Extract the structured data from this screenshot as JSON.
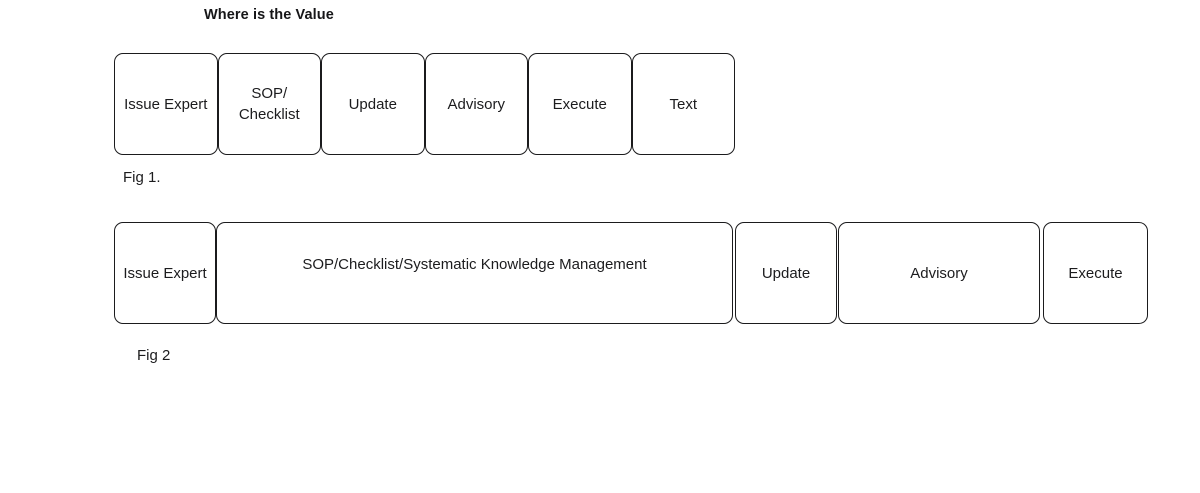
{
  "title": "Where is the Value",
  "fig1": {
    "caption": "Fig 1.",
    "boxes": [
      {
        "label": "Issue Expert"
      },
      {
        "label": "SOP/\nChecklist"
      },
      {
        "label": "Update"
      },
      {
        "label": "Advisory"
      },
      {
        "label": "Execute"
      },
      {
        "label": "Text"
      }
    ]
  },
  "fig2": {
    "caption": "Fig 2",
    "boxes": [
      {
        "label": "Issue Expert"
      },
      {
        "label": "SOP/Checklist/Systematic Knowledge Management"
      },
      {
        "label": "Update"
      },
      {
        "label": "Advisory"
      },
      {
        "label": "Execute"
      }
    ]
  },
  "colors": {
    "background": "#ffffff",
    "border": "#1b1b1d",
    "text": "#1c1c1e"
  }
}
